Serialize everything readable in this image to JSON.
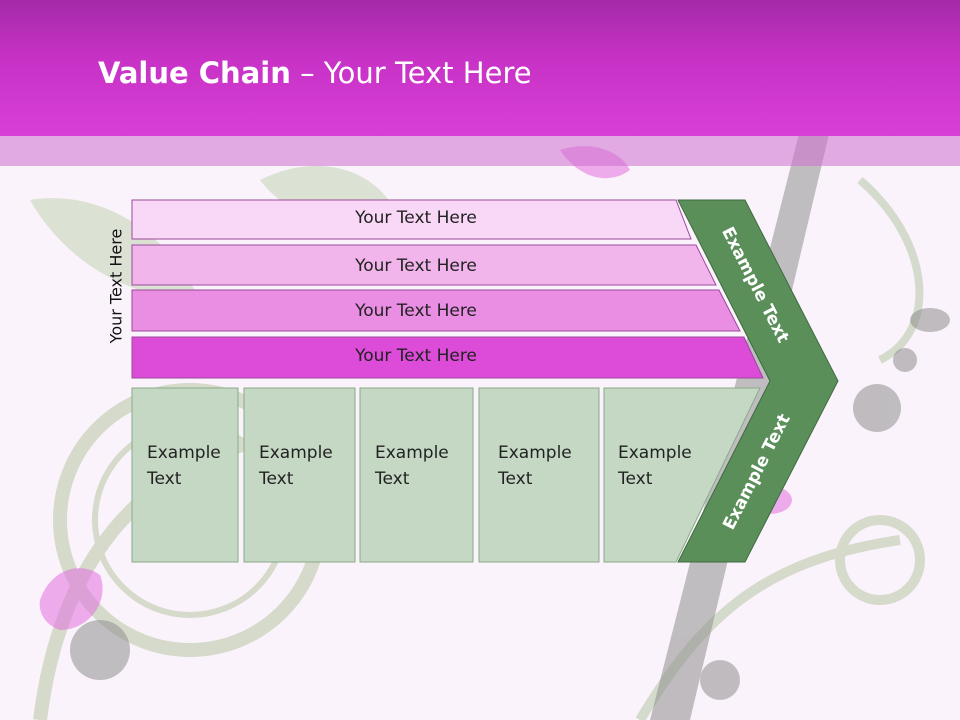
{
  "title": {
    "bold": "Value Chain",
    "rest": " – Your Text Here"
  },
  "side_label": "Your Text Here",
  "bars": [
    {
      "label": "Your Text Here",
      "color": "#f8d8f6"
    },
    {
      "label": "Your Text Here",
      "color": "#f1b5ec"
    },
    {
      "label": "Your Text Here",
      "color": "#ea8ee4"
    },
    {
      "label": "Your Text Here",
      "color": "#dd4bd9"
    }
  ],
  "boxes": [
    {
      "line1": "Example",
      "line2": "Text"
    },
    {
      "line1": "Example",
      "line2": "Text"
    },
    {
      "line1": "Example",
      "line2": "Text"
    },
    {
      "line1": "Example",
      "line2": "Text"
    },
    {
      "line1": "Example",
      "line2": "Text"
    }
  ],
  "chevron": {
    "upper_label": "Example Text",
    "lower_label": "Example Text",
    "color": "#5b8f5a"
  },
  "colors": {
    "header": "#cc36cc",
    "box_fill": "#c4d8c4",
    "box_border": "#8aaa8a"
  }
}
